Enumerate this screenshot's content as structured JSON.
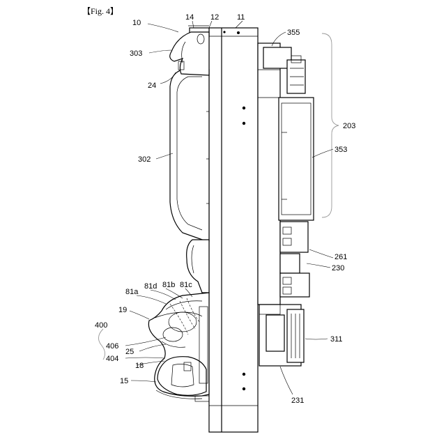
{
  "figure": {
    "caption": "【Fig. 4】"
  },
  "labels": {
    "l10": "10",
    "l14": "14",
    "l12": "12",
    "l11": "11",
    "l355": "355",
    "l303": "303",
    "l24": "24",
    "l302": "302",
    "l203": "203",
    "l353": "353",
    "l261": "261",
    "l230": "230",
    "l81a": "81a",
    "l81d": "81d",
    "l81b": "81b",
    "l81c": "81c",
    "l19": "19",
    "l400": "400",
    "l25": "25",
    "l406": "406",
    "l404": "404",
    "l18": "18",
    "l15": "15",
    "l311": "311",
    "l231": "231"
  }
}
